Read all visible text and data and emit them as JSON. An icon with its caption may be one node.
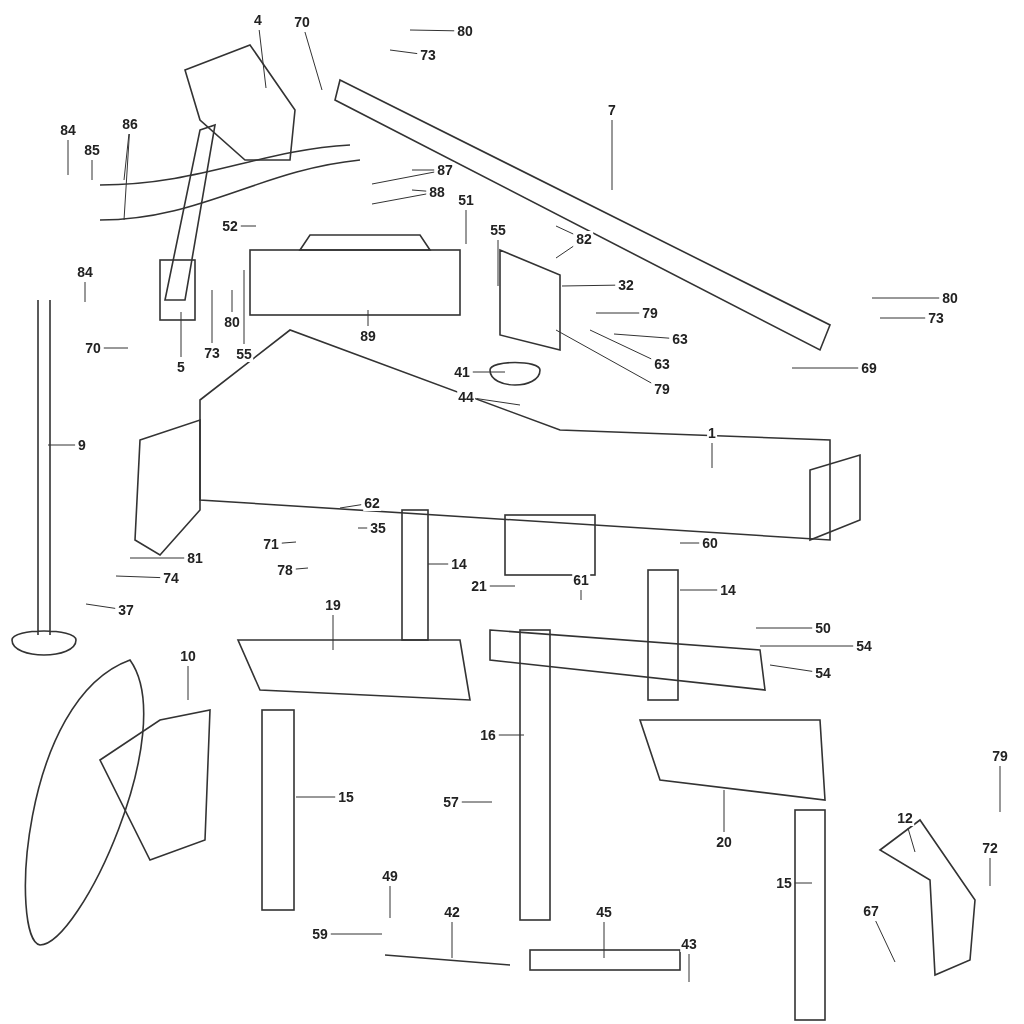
{
  "diagram": {
    "nodes": [
      {
        "text": [
          "4"
        ]
      },
      {
        "text": [
          "70"
        ]
      },
      {
        "text": [
          "80"
        ]
      },
      {
        "text": [
          "73"
        ]
      },
      {
        "text": [
          "7"
        ]
      },
      {
        "text": [
          "84"
        ]
      },
      {
        "text": [
          "85"
        ]
      },
      {
        "text": [
          "86"
        ]
      },
      {
        "text": [
          "87"
        ]
      },
      {
        "text": [
          "88"
        ]
      },
      {
        "text": [
          "51"
        ]
      },
      {
        "text": [
          "55"
        ]
      },
      {
        "text": [
          "52"
        ]
      },
      {
        "text": [
          "82"
        ]
      },
      {
        "text": [
          "84"
        ]
      },
      {
        "text": [
          "32"
        ]
      },
      {
        "text": [
          "80"
        ]
      },
      {
        "text": [
          "73"
        ]
      },
      {
        "text": [
          "79"
        ]
      },
      {
        "text": [
          "63"
        ]
      },
      {
        "text": [
          "70"
        ]
      },
      {
        "text": [
          "5"
        ]
      },
      {
        "text": [
          "73"
        ]
      },
      {
        "text": [
          "80"
        ]
      },
      {
        "text": [
          "55"
        ]
      },
      {
        "text": [
          "89"
        ]
      },
      {
        "text": [
          "63"
        ]
      },
      {
        "text": [
          "69"
        ]
      },
      {
        "text": [
          "41"
        ]
      },
      {
        "text": [
          "79"
        ]
      },
      {
        "text": [
          "44"
        ]
      },
      {
        "text": [
          "1"
        ]
      },
      {
        "text": [
          "9"
        ]
      },
      {
        "text": [
          "62"
        ]
      },
      {
        "text": [
          "35"
        ]
      },
      {
        "text": [
          "81"
        ]
      },
      {
        "text": [
          "71"
        ]
      },
      {
        "text": [
          "78"
        ]
      },
      {
        "text": [
          "60"
        ]
      },
      {
        "text": [
          "74"
        ]
      },
      {
        "text": [
          "14"
        ]
      },
      {
        "text": [
          "21"
        ]
      },
      {
        "text": [
          "61"
        ]
      },
      {
        "text": [
          "14"
        ]
      },
      {
        "text": [
          "37"
        ]
      },
      {
        "text": [
          "19"
        ]
      },
      {
        "text": [
          "50"
        ]
      },
      {
        "text": [
          "54"
        ]
      },
      {
        "text": [
          "10"
        ]
      },
      {
        "text": [
          "54"
        ]
      },
      {
        "text": [
          "16"
        ]
      },
      {
        "text": [
          "15"
        ]
      },
      {
        "text": [
          "57"
        ]
      },
      {
        "text": [
          "20"
        ]
      },
      {
        "text": [
          "12"
        ]
      },
      {
        "text": [
          "79"
        ]
      },
      {
        "text": [
          "72"
        ]
      },
      {
        "text": [
          "15"
        ]
      },
      {
        "text": [
          "49"
        ]
      },
      {
        "text": [
          "42"
        ]
      },
      {
        "text": [
          "45"
        ]
      },
      {
        "text": [
          "43"
        ]
      },
      {
        "text": [
          "59"
        ]
      },
      {
        "text": [
          "67"
        ]
      }
    ],
    "edges": [
      {
        "from": 0,
        "to": null,
        "arrow": "none"
      },
      {
        "from": 1,
        "to": null,
        "arrow": "none"
      },
      {
        "from": 2,
        "to": null,
        "arrow": "none"
      },
      {
        "from": 3,
        "to": null,
        "arrow": "none"
      },
      {
        "from": 4,
        "to": null,
        "arrow": "none"
      },
      {
        "from": 5,
        "to": null,
        "arrow": "none"
      },
      {
        "from": 6,
        "to": null,
        "arrow": "none"
      },
      {
        "from": 7,
        "to": null,
        "arrow": "none"
      },
      {
        "from": 7,
        "to": null,
        "arrow": "none"
      },
      {
        "from": 8,
        "to": null,
        "arrow": "none"
      },
      {
        "from": 8,
        "to": null,
        "arrow": "none"
      },
      {
        "from": 9,
        "to": null,
        "arrow": "none"
      },
      {
        "from": 9,
        "to": null,
        "arrow": "none"
      },
      {
        "from": 10,
        "to": null,
        "arrow": "none"
      },
      {
        "from": 11,
        "to": null,
        "arrow": "none"
      },
      {
        "from": 12,
        "to": null,
        "arrow": "none"
      },
      {
        "from": 13,
        "to": null,
        "arrow": "none"
      },
      {
        "from": 13,
        "to": null,
        "arrow": "none"
      },
      {
        "from": 14,
        "to": null,
        "arrow": "none"
      },
      {
        "from": 15,
        "to": null,
        "arrow": "none"
      },
      {
        "from": 16,
        "to": null,
        "arrow": "none"
      },
      {
        "from": 17,
        "to": null,
        "arrow": "none"
      },
      {
        "from": 18,
        "to": null,
        "arrow": "none"
      },
      {
        "from": 19,
        "to": null,
        "arrow": "none"
      },
      {
        "from": 20,
        "to": null,
        "arrow": "none"
      },
      {
        "from": 21,
        "to": null,
        "arrow": "none"
      },
      {
        "from": 22,
        "to": null,
        "arrow": "none"
      },
      {
        "from": 23,
        "to": null,
        "arrow": "none"
      },
      {
        "from": 24,
        "to": null,
        "arrow": "none"
      },
      {
        "from": 25,
        "to": null,
        "arrow": "none"
      },
      {
        "from": 26,
        "to": null,
        "arrow": "none"
      },
      {
        "from": 27,
        "to": null,
        "arrow": "none"
      },
      {
        "from": 28,
        "to": null,
        "arrow": "none"
      },
      {
        "from": 29,
        "to": null,
        "arrow": "none"
      },
      {
        "from": 30,
        "to": null,
        "arrow": "none"
      },
      {
        "from": 31,
        "to": null,
        "arrow": "none"
      },
      {
        "from": 32,
        "to": null,
        "arrow": "none"
      },
      {
        "from": 33,
        "to": null,
        "arrow": "none"
      },
      {
        "from": 34,
        "to": null,
        "arrow": "none"
      },
      {
        "from": 35,
        "to": null,
        "arrow": "none"
      },
      {
        "from": 36,
        "to": null,
        "arrow": "none"
      },
      {
        "from": 37,
        "to": null,
        "arrow": "none"
      },
      {
        "from": 38,
        "to": null,
        "arrow": "none"
      },
      {
        "from": 39,
        "to": null,
        "arrow": "none"
      },
      {
        "from": 40,
        "to": null,
        "arrow": "none"
      },
      {
        "from": 41,
        "to": null,
        "arrow": "none"
      },
      {
        "from": 42,
        "to": null,
        "arrow": "none"
      },
      {
        "from": 43,
        "to": null,
        "arrow": "none"
      },
      {
        "from": 44,
        "to": null,
        "arrow": "none"
      },
      {
        "from": 45,
        "to": null,
        "arrow": "none"
      },
      {
        "from": 46,
        "to": null,
        "arrow": "none"
      },
      {
        "from": 47,
        "to": null,
        "arrow": "none"
      },
      {
        "from": 48,
        "to": null,
        "arrow": "none"
      },
      {
        "from": 49,
        "to": null,
        "arrow": "none"
      },
      {
        "from": 50,
        "to": null,
        "arrow": "none"
      },
      {
        "from": 51,
        "to": null,
        "arrow": "none"
      },
      {
        "from": 52,
        "to": null,
        "arrow": "none"
      },
      {
        "from": 53,
        "to": null,
        "arrow": "none"
      },
      {
        "from": 54,
        "to": null,
        "arrow": "none"
      },
      {
        "from": 55,
        "to": null,
        "arrow": "none"
      },
      {
        "from": 56,
        "to": null,
        "arrow": "none"
      },
      {
        "from": 57,
        "to": null,
        "arrow": "none"
      },
      {
        "from": 58,
        "to": null,
        "arrow": "none"
      },
      {
        "from": 59,
        "to": null,
        "arrow": "none"
      },
      {
        "from": 60,
        "to": null,
        "arrow": "none"
      },
      {
        "from": 61,
        "to": null,
        "arrow": "none"
      },
      {
        "from": 62,
        "to": null,
        "arrow": "none"
      },
      {
        "from": 63,
        "to": null,
        "arrow": "none"
      }
    ]
  }
}
